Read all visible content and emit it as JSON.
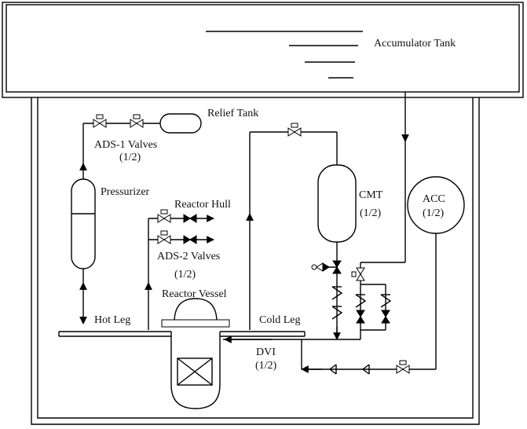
{
  "labels": {
    "accumulator_tank": "Accumulator Tank",
    "relief_tank": "Relief Tank",
    "ads1_valves": "ADS-1 Valves",
    "ads1_fraction": "(1/2)",
    "pressurizer": "Pressurizer",
    "reactor_hull": "Reactor Hull",
    "ads2_valves": "ADS-2 Valves",
    "ads2_fraction": "(1/2)",
    "cmt": "CMT",
    "cmt_fraction": "(1/2)",
    "acc": "ACC",
    "acc_fraction": "(1/2)",
    "reactor_vessel": "Reactor Vessel",
    "hot_leg": "Hot Leg",
    "cold_leg": "Cold Leg",
    "dvi": "DVI",
    "dvi_fraction": "(1/2)"
  }
}
